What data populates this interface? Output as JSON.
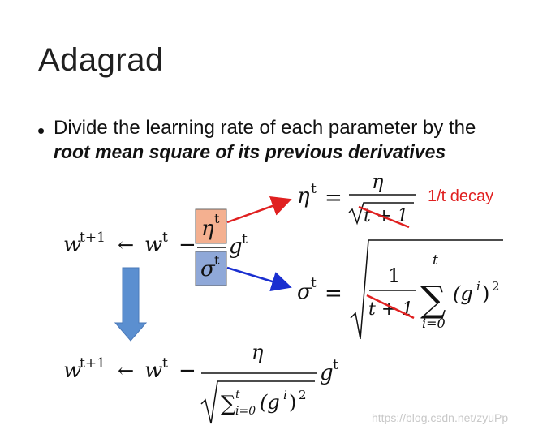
{
  "slide": {
    "title": "Adagrad",
    "bullet": {
      "symbol": "•",
      "line1": "Divide the learning rate of each parameter by the",
      "line2": "root mean square of its previous derivatives"
    }
  },
  "equations": {
    "update_lhs": "w",
    "update_lhs_sup": "t+1",
    "arrow": "←",
    "w_t": "w",
    "w_t_sup": "t",
    "minus": "−",
    "eta_box": "η",
    "eta_box_sup": "t",
    "sigma_box": "σ",
    "sigma_box_sup": "t",
    "g": "g",
    "g_sup": "t",
    "eta_def_lhs": "η",
    "eta_def_lhs_sup": "t",
    "equals": "=",
    "eta_num": "η",
    "sqrt_content": "t + 1",
    "sigma_def_lhs": "σ",
    "sigma_def_lhs_sup": "t",
    "one": "1",
    "sum": "∑",
    "sum_upper": "t",
    "sum_lower": "i=0",
    "sum_term": "(g",
    "sum_term_sup": "i",
    "sum_term_close": ")",
    "sum_term_pow": "2",
    "final_eta": "η",
    "final_den_sum": "∑",
    "final_den_upper": "t",
    "final_den_lower": "i=0",
    "final_den_term": "(g",
    "final_den_term_sup": "i",
    "final_den_close": ")",
    "final_den_pow": "2"
  },
  "annotations": {
    "decay_label": "1/t decay",
    "watermark": "https://blog.csdn.net/zyuPp"
  },
  "colors": {
    "eta_box_fill": "#f4b090",
    "sigma_box_fill": "#8fa8d8",
    "red_arrow": "#e02020",
    "blue_arrow": "#1a2fd0",
    "down_arrow": "#5b8fd0"
  },
  "icons": {
    "down_arrow": "down-arrow-icon"
  }
}
